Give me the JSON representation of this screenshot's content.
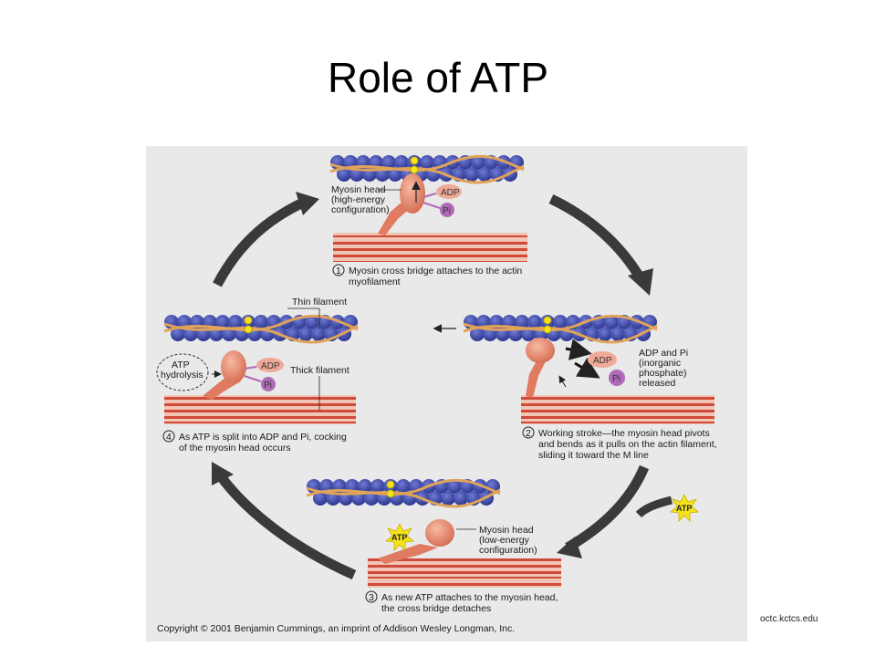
{
  "slide": {
    "title": "Role of ATP",
    "source": "octc.kctcs.edu"
  },
  "figure": {
    "step1": {
      "number": "1",
      "caption_line1": "Myosin cross bridge attaches to the actin",
      "caption_line2": "myofilament",
      "head_label_line1": "Myosin head",
      "head_label_line2": "(high-energy",
      "head_label_line3": "configuration)",
      "adp": "ADP",
      "pi": "Pi"
    },
    "step2": {
      "number": "2",
      "caption_line1": "Working stroke—the myosin head pivots",
      "caption_line2": "and bends as it pulls on the actin filament,",
      "caption_line3": "sliding it toward the M line",
      "adp": "ADP",
      "pi": "Pi",
      "released_line1": "ADP and Pi",
      "released_line2": "(inorganic",
      "released_line3": "phosphate)",
      "released_line4": "released"
    },
    "step3": {
      "number": "3",
      "caption_line1": "As new ATP attaches to the myosin head,",
      "caption_line2": "the cross bridge detaches",
      "head_label_line1": "Myosin head",
      "head_label_line2": "(low-energy",
      "head_label_line3": "configuration)",
      "atp_bound": "ATP",
      "atp_incoming": "ATP"
    },
    "step4": {
      "number": "4",
      "caption_line1": "As ATP is split into ADP and Pi, cocking",
      "caption_line2": "of the myosin head occurs",
      "hydrolysis_line1": "ATP",
      "hydrolysis_line2": "hydrolysis",
      "thin_filament": "Thin filament",
      "thick_filament": "Thick filament",
      "adp": "ADP",
      "pi": "Pi"
    },
    "copyright": "Copyright © 2001 Benjamin Cummings, an imprint of Addison Wesley Longman, Inc."
  },
  "colors": {
    "actin_bead": "#3d4aa8",
    "tropomyosin": "#e0a35a",
    "myosin": "#e88a6e",
    "thick_filament_stripe": "#d04a3a",
    "adp_chip": "#f0a898",
    "pi_chip": "#b06ab8",
    "atp_star": "#f5e21a",
    "cycle_arrow": "#3a3a3a"
  }
}
